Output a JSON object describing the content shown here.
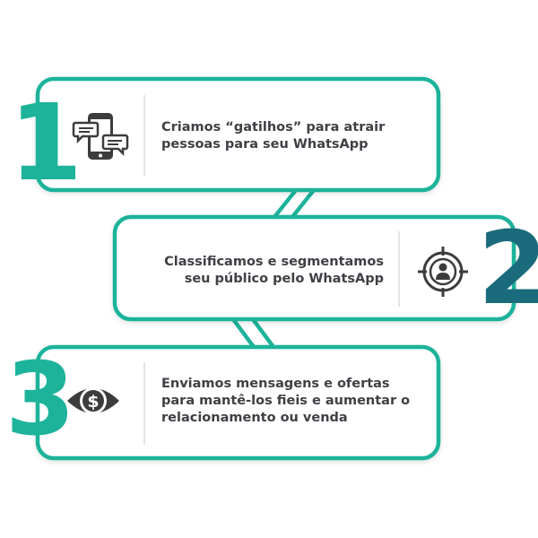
{
  "steps": [
    {
      "number": "1",
      "icon": "tablet-chat-bubbles-icon",
      "lines": [
        "Criamos “gatilhos” para atrair",
        "pessoas para seu WhatsApp"
      ]
    },
    {
      "number": "2",
      "icon": "target-person-icon",
      "lines": [
        "Classificamos e segmentamos",
        "seu público pelo WhatsApp"
      ]
    },
    {
      "number": "3",
      "icon": "eye-dollar-icon",
      "lines": [
        "Enviamos mensagens e ofertas",
        "para mantê-los fieis e aumentar o",
        "relacionamento ou venda"
      ]
    }
  ],
  "colors": {
    "accent_green": "#1db39a",
    "accent_dark_teal": "#1a6b7c",
    "text": "#3f4045",
    "icon": "#3c3c3c"
  }
}
